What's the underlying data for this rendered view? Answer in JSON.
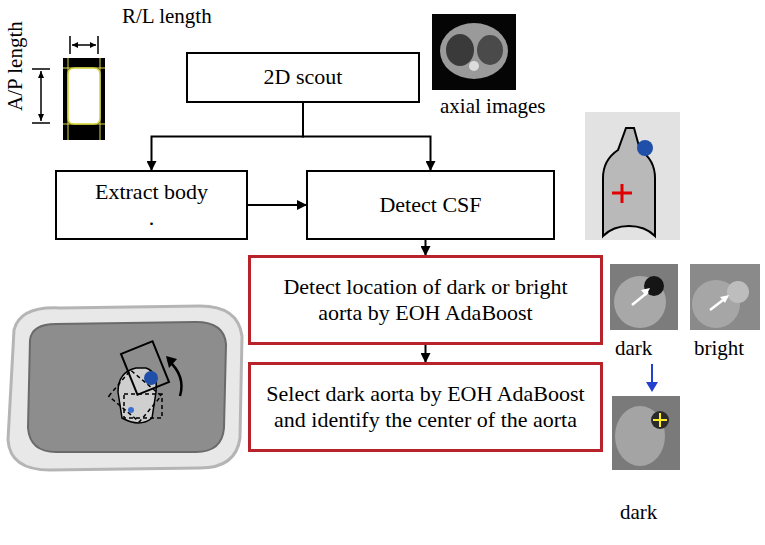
{
  "diagram": {
    "nodes": [
      {
        "text": [
          "2D scout"
        ]
      },
      {
        "text": [
          "Extract body",
          "."
        ]
      },
      {
        "text": [
          "Detect CSF"
        ]
      },
      {
        "text": [
          "Detect location of dark or bright aorta by EOH AdaBoost"
        ]
      },
      {
        "text": [
          "Select dark aorta by EOH AdaBoost and identify the center of the aorta"
        ]
      }
    ],
    "edges": [
      {
        "from": 0,
        "to": 1,
        "arrow": "to"
      },
      {
        "from": 0,
        "to": 2,
        "arrow": "to"
      },
      {
        "from": 1,
        "to": 2,
        "arrow": "to"
      },
      {
        "from": 2,
        "to": 3,
        "arrow": "to"
      },
      {
        "from": 3,
        "to": 4,
        "arrow": "to"
      }
    ],
    "labels": [
      "R/L length",
      "A/P length",
      "axial images",
      "dark",
      "bright",
      "dark"
    ]
  }
}
